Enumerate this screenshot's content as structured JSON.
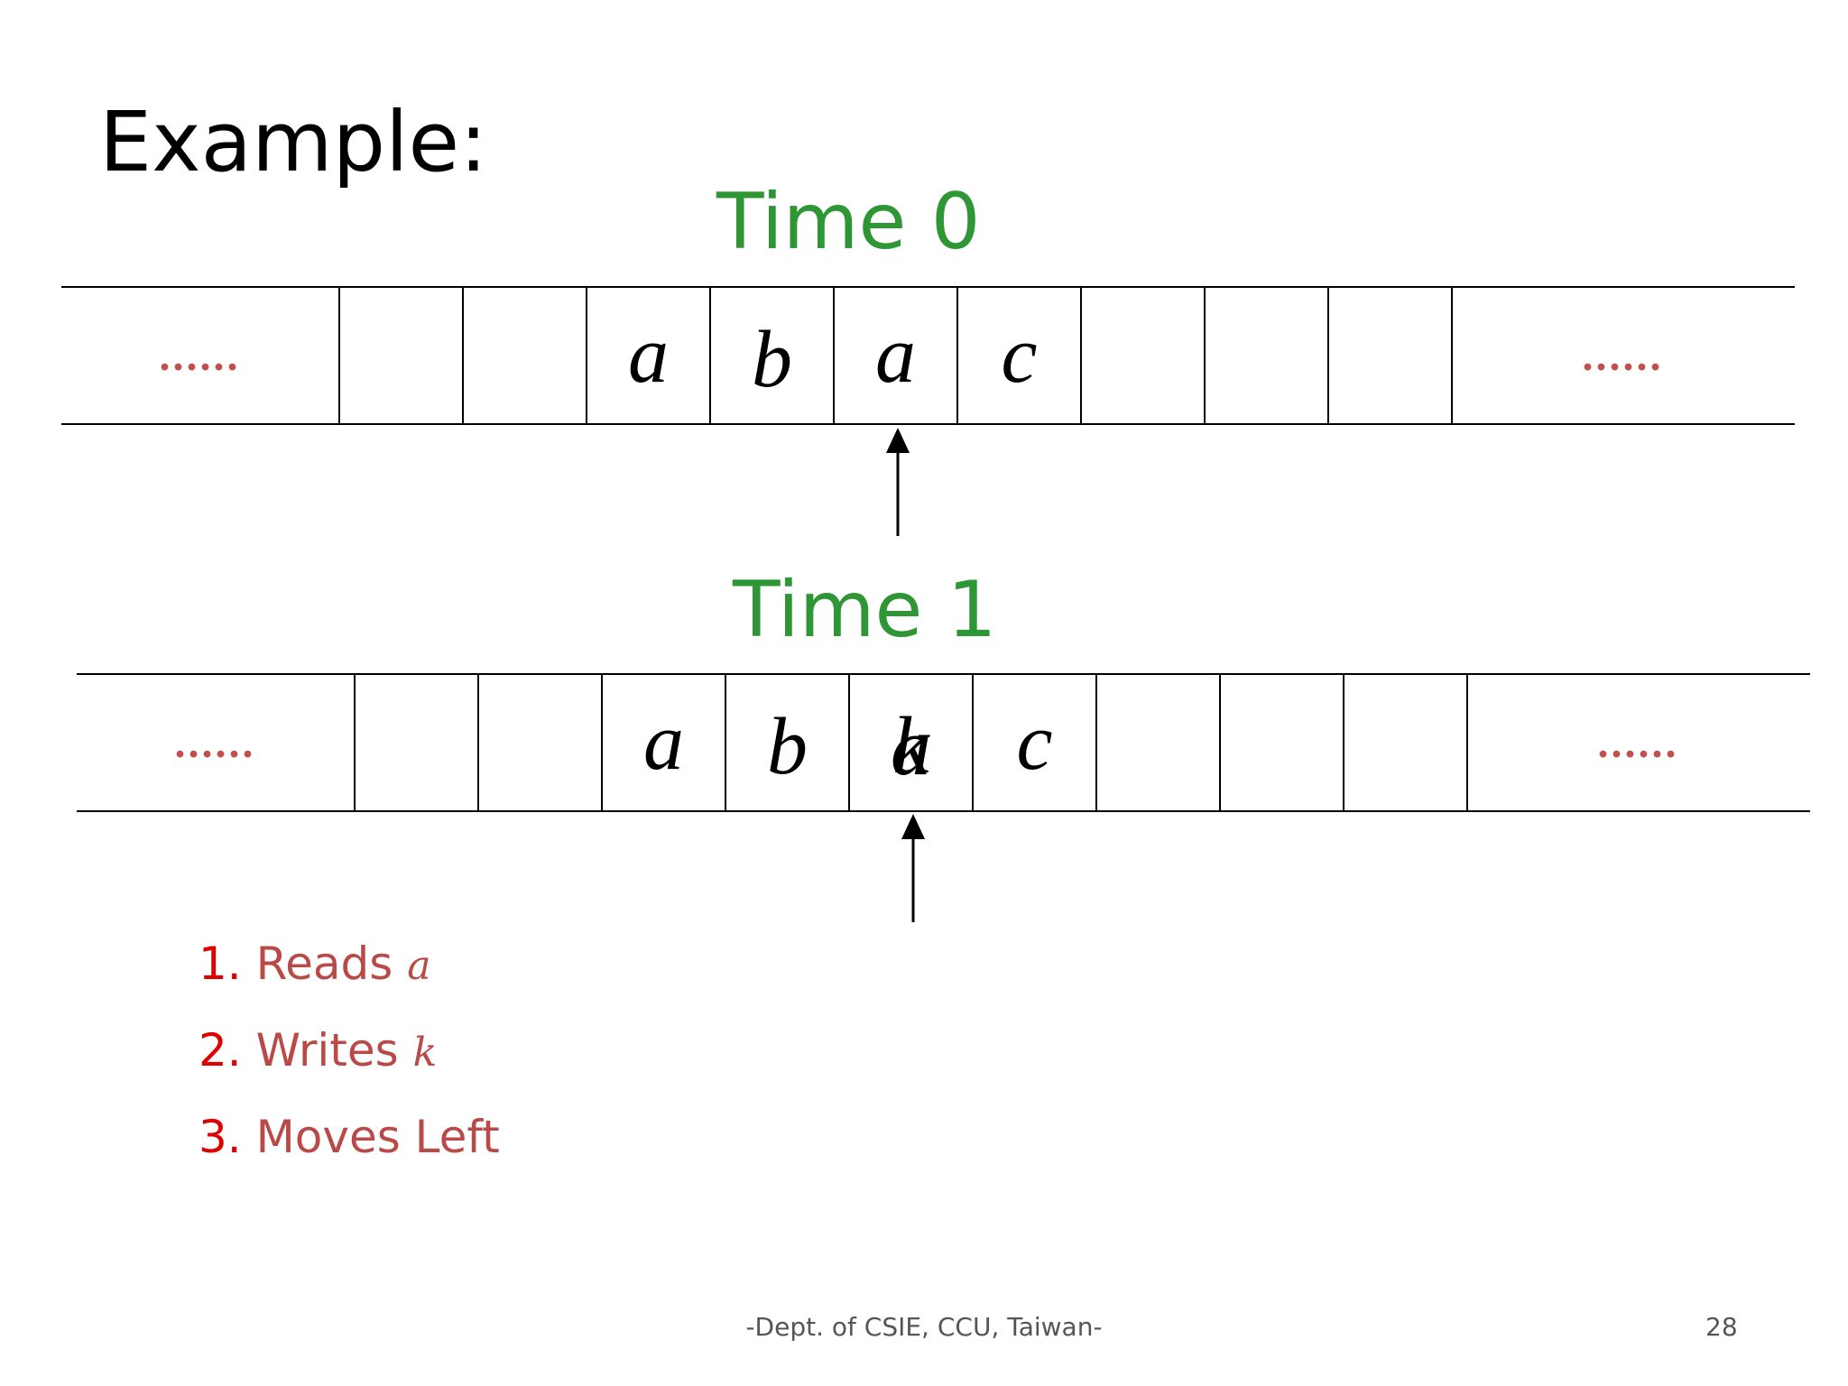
{
  "slide": {
    "title": "Example:",
    "footer": "-Dept. of CSIE, CCU, Taiwan-",
    "page_number": "28"
  },
  "colors": {
    "time_label": "#2e9634",
    "ellipsis": "#c0504d",
    "step_number": "#e00000",
    "step_text": "#b94a48"
  },
  "tape0": {
    "label": "Time 0",
    "left_ellipsis": "......",
    "right_ellipsis": "......",
    "cells": [
      "",
      "",
      "a",
      "b",
      "a",
      "c",
      "",
      "",
      ""
    ],
    "head_cell_index": 4
  },
  "tape1": {
    "label": "Time 1",
    "left_ellipsis": "......",
    "right_ellipsis": "......",
    "cells": [
      "",
      "",
      "a",
      "b",
      "a",
      "c",
      "",
      "",
      ""
    ],
    "overwrite_symbol": "k",
    "head_cell_index": 4
  },
  "steps": [
    {
      "number": "1.",
      "text": "Reads",
      "symbol": "a"
    },
    {
      "number": "2.",
      "text": "Writes",
      "symbol": "k"
    },
    {
      "number": "3.",
      "text": "Moves Left",
      "symbol": ""
    }
  ]
}
